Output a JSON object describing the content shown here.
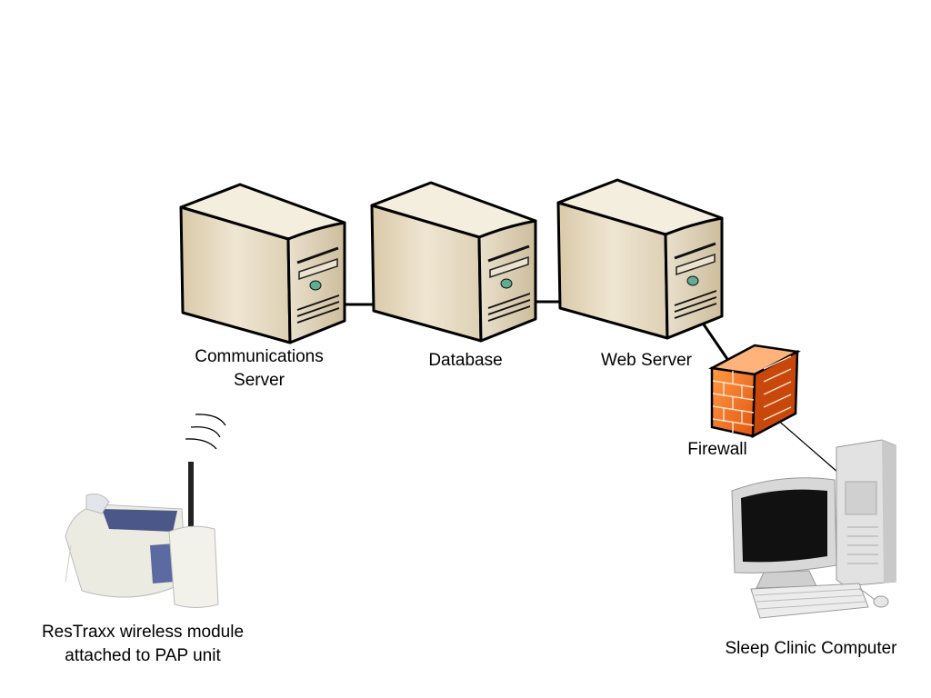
{
  "nodes": {
    "comm_server": {
      "label_line1": "Communications",
      "label_line2": "Server",
      "icon": "server-tower-icon"
    },
    "database": {
      "label": "Database",
      "icon": "server-tower-icon"
    },
    "web_server": {
      "label": "Web Server",
      "icon": "server-tower-icon"
    },
    "firewall": {
      "label": "Firewall",
      "icon": "brick-wall-firewall-icon",
      "color": "#f26b1d"
    },
    "pap_unit": {
      "label_line1": "ResTraxx wireless module",
      "label_line2": "attached to PAP unit",
      "icon": "pap-device-with-antenna-icon"
    },
    "clinic_computer": {
      "label": "Sleep Clinic Computer",
      "icon": "desktop-computer-icon"
    }
  },
  "connections": [
    [
      "comm_server",
      "database"
    ],
    [
      "database",
      "web_server"
    ],
    [
      "web_server",
      "firewall"
    ],
    [
      "firewall",
      "clinic_computer"
    ]
  ],
  "colors": {
    "server_body": "#e8dcc4",
    "line": "#000000"
  }
}
